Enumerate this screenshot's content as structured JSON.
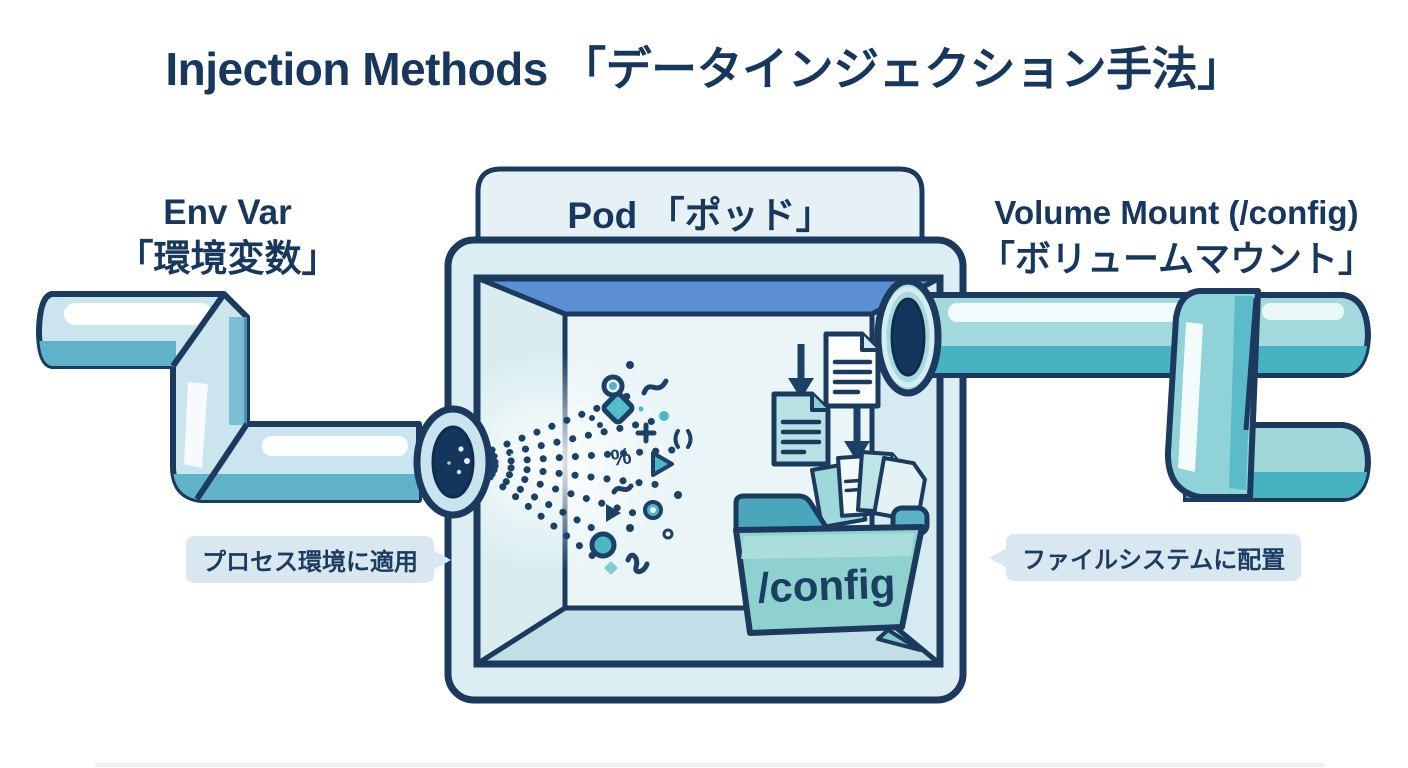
{
  "title": "Injection Methods 「データインジェクション手法」",
  "env_var": {
    "label_line1": "Env Var",
    "label_line2": "「環境変数」",
    "note": "プロセス環境に適用"
  },
  "pod": {
    "label": "Pod 「ポッド」",
    "folder_label": "/config"
  },
  "volume_mount": {
    "label_line1": "Volume Mount (/config)",
    "label_line2": "「ボリュームマウント」",
    "note": "ファイルシステムに配置"
  },
  "colors": {
    "navy": "#1b3a5e",
    "pod_fill": "#ddedf4",
    "ceiling_blue": "#5a8fd4",
    "pipe_left": "#cbe5ef",
    "pipe_right": "#a3d9dd",
    "pipe_shade": "#47b2c2",
    "folder": "#8ed1cf",
    "badge_bg": "#d9e8f0",
    "accent_teal": "#4db6c6"
  }
}
